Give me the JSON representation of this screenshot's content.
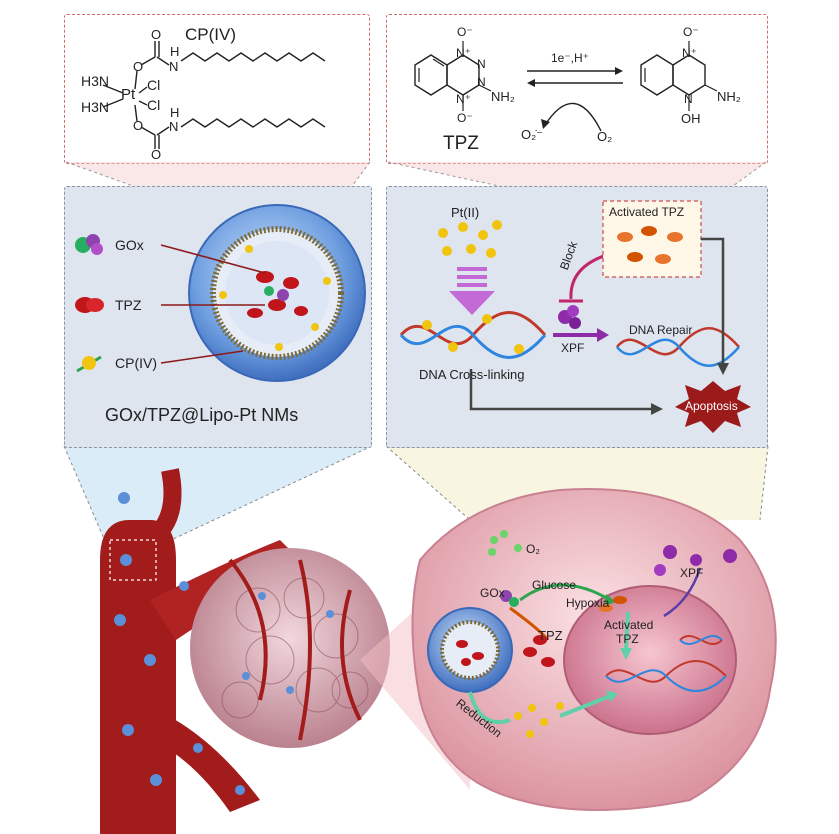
{
  "chem_left": {
    "title": "CP(IV)",
    "h3n_top": "H3N",
    "h3n_bottom": "H3N",
    "pt": "Pt",
    "cl_top": "Cl",
    "cl_bottom": "Cl",
    "o_top": "O",
    "o_bottom": "O",
    "o_carbonyl_top": "O",
    "o_carbonyl_bottom": "O",
    "nh_top_n": "N",
    "nh_top_h": "H",
    "nh_bottom_n": "N",
    "nh_bottom_h": "H"
  },
  "chem_right": {
    "reaction_label": "1e⁻,H⁺",
    "tpz_label": "TPZ",
    "o2_radical": "O₂̇⁻",
    "o2": "O₂",
    "n_plus_top_left": "N⁺",
    "n_plus_bottom_left": "N⁺",
    "n_left": "N",
    "n_right": "N",
    "n_plus_top_right": "N⁺",
    "n_right_bottom": "N",
    "o_minus_top_left": "O⁻",
    "o_minus_bottom_left": "O⁻",
    "o_minus_top_right": "O⁻",
    "nh2_left": "NH₂",
    "nh2_right": "NH₂",
    "oh": "OH"
  },
  "nanoparticle": {
    "legend": [
      {
        "label": "GOx",
        "icon": "gox-enzyme-icon",
        "color": "#8e44ad"
      },
      {
        "label": "TPZ",
        "icon": "tpz-molecule-icon",
        "color": "#c0161b"
      },
      {
        "label": "CP(IV)",
        "icon": "cpiv-prodrug-icon",
        "color": "#f1c40f"
      }
    ],
    "caption": "GOx/TPZ@Lipo-Pt NMs"
  },
  "mechanism": {
    "pt2": "Pt(II)",
    "activated_tpz": "Activated TPZ",
    "block": "Block",
    "xpf": "XPF",
    "dna_repair": "DNA Repair",
    "dna_crosslinking": "DNA Cross-linking",
    "apoptosis": "Apoptosis"
  },
  "cell": {
    "o2": "O₂",
    "gox": "GOx",
    "glucose": "Glucose",
    "hypoxia": "Hypoxia",
    "tpz": "TPZ",
    "activated_tpz_line1": "Activated",
    "activated_tpz_line2": "TPZ",
    "xpf": "XPF",
    "reduction": "Reduction"
  },
  "colors": {
    "chem_border": "#d46a6a",
    "panel_border": "#8a93a8",
    "panel_fill": "#dfe5ef",
    "vessel": "#a31c1c",
    "liposome": "#5b8fd8",
    "tpz_red": "#c0161b",
    "pt_gold": "#f1c40f",
    "xpf_purple": "#8e2ba8",
    "apoptosis": "#9b1b1b",
    "arrow_dark": "#444444",
    "arrow_green": "#5fd0a8"
  }
}
